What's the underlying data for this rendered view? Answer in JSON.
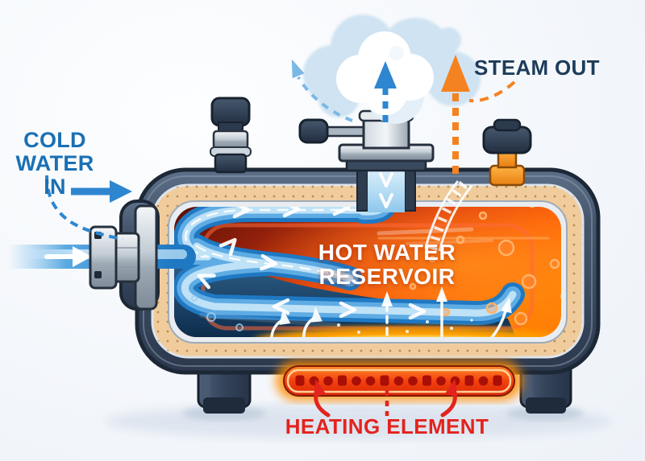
{
  "figure": {
    "subject": "hot-water-tank-cutaway",
    "labels": {
      "cold_water_in": {
        "lines": [
          "COLD",
          "WATER IN"
        ],
        "color": "#1a70b4"
      },
      "steam_out": {
        "text": "STEAM OUT",
        "color": "#1d3c5a"
      },
      "hot_water_reservoir": {
        "lines": [
          "HOT WATER",
          "RESERVOIR"
        ],
        "color": "#ffffff"
      },
      "heating_element": {
        "text": "HEATING ELEMENT",
        "color": "#e3231d"
      }
    },
    "colors": {
      "cold_flow": "#2e86d0",
      "steam_flow": "#f58220",
      "hot_water": "#e8430f",
      "heating_glow": "#ff9d00",
      "tank_shell": "#3d4d63",
      "insulation": "#f0cc9c",
      "background": "#f4f7fb"
    },
    "components": [
      "steam-cloud",
      "steam-vent",
      "pressure-relief-valve",
      "top-fitting",
      "tank-shell",
      "insulation-layer",
      "inner-liner",
      "hot-water-reservoir",
      "cold-water-coil",
      "cold-water-inlet",
      "inlet-flange",
      "heating-element",
      "support-legs"
    ]
  }
}
